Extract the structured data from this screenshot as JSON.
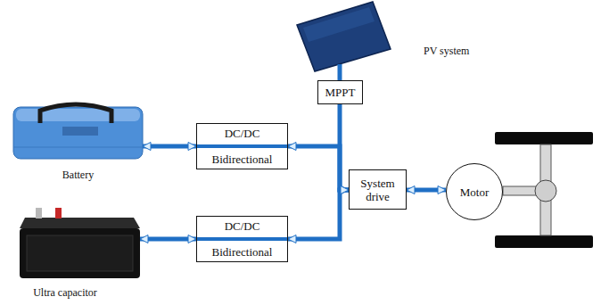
{
  "diagram": {
    "nodes": [
      {
        "text": [
          "PV system"
        ]
      },
      {
        "text": [
          "MPPT"
        ]
      },
      {
        "text": [
          "Battery"
        ]
      },
      {
        "text": [
          "DC/DC",
          "Bidirectional"
        ]
      },
      {
        "text": [
          "System drive"
        ]
      },
      {
        "text": [
          "Motor"
        ]
      },
      {
        "text": [
          "Ultra capacitor"
        ]
      },
      {
        "text": [
          "DC/DC",
          "Bidirectional"
        ]
      }
    ],
    "edges": [
      {
        "from": 0,
        "to": 1,
        "arrow": "none"
      },
      {
        "from": 1,
        "to": 4,
        "arrow": "to"
      },
      {
        "from": 2,
        "to": 3,
        "arrow": "both"
      },
      {
        "from": 3,
        "to": 4,
        "arrow": "both"
      },
      {
        "from": 6,
        "to": 7,
        "arrow": "both"
      },
      {
        "from": 7,
        "to": 4,
        "arrow": "both"
      },
      {
        "from": 4,
        "to": 5,
        "arrow": "both"
      }
    ]
  }
}
